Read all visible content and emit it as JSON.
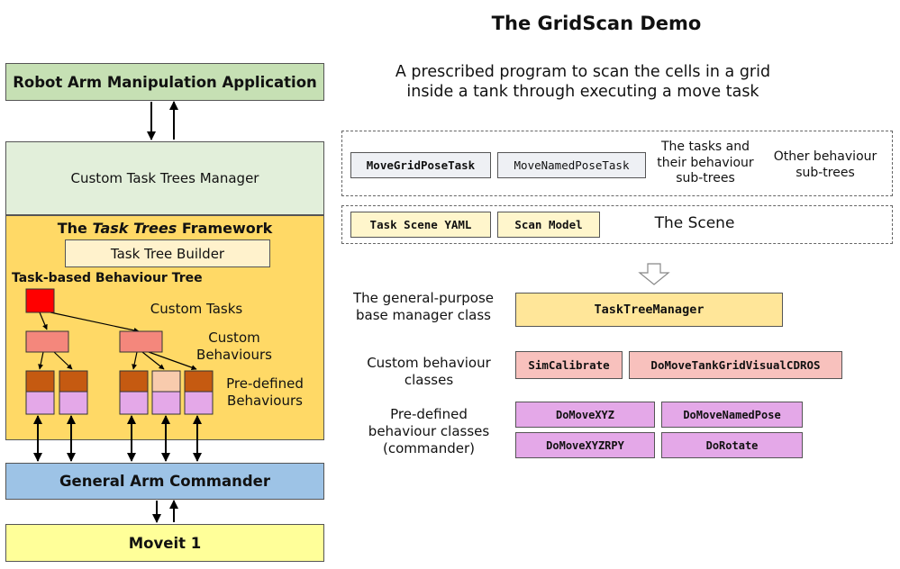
{
  "title": "The GridScan Demo",
  "description_lines": [
    "A prescribed program to scan the cells in a grid",
    "inside a tank through executing a move task"
  ],
  "left_stack": {
    "app_label": "Robot Arm Manipulation Application",
    "manager_label": "Custom Task Trees Manager",
    "framework": {
      "title_prefix": "The ",
      "title_em": "Task Trees",
      "title_suffix": " Framework",
      "builder_label": "Task Tree Builder",
      "bt_title": "Task-based Behaviour Tree",
      "custom_tasks_label": "Custom Tasks",
      "custom_behaviours_lines": [
        "Custom",
        "Behaviours"
      ],
      "predefined_lines": [
        "Pre-defined",
        "Behaviours"
      ]
    },
    "commander_label": "General Arm Commander",
    "moveit_label": "Moveit 1"
  },
  "right_panel": {
    "tasks_row": {
      "tasks": [
        "MoveGridPoseTask",
        "MoveNamedPoseTask"
      ],
      "tasks_note_lines": [
        "The tasks and",
        "their behaviour",
        "sub-trees"
      ],
      "other_note_lines": [
        "Other behaviour",
        "sub-trees"
      ]
    },
    "scene_row": {
      "items": [
        "Task Scene YAML",
        "Scan Model"
      ],
      "label": "The Scene"
    },
    "manager_row": {
      "label_lines": [
        "The general-purpose",
        "base manager class"
      ],
      "class": "TaskTreeManager"
    },
    "custom_row": {
      "label_lines": [
        "Custom behaviour",
        "classes"
      ],
      "classes": [
        "SimCalibrate",
        "DoMoveTankGridVisualCDROS"
      ]
    },
    "predefined_row": {
      "label_lines": [
        "Pre-defined",
        "behaviour classes",
        "(commander)"
      ],
      "classes": [
        "DoMoveXYZ",
        "DoMoveNamedPose",
        "DoMoveXYZRPY",
        "DoRotate"
      ]
    }
  },
  "colors": {
    "app_green": "#c6e0b4",
    "manager_green": "#e2efda",
    "framework_yellow": "#ffd966",
    "builder_yellow": "#fff2cc",
    "commander_blue": "#9dc3e6",
    "moveit_yellow": "#ffff99",
    "root_red": "#ff0000",
    "task_salmon": "#f4877c",
    "leaf_brown": "#c55a11",
    "leaf_pink": "#f8cbad",
    "leaf_purple": "#e4a8e8",
    "class_yellow": "#ffe699",
    "class_pink": "#f8c1bd",
    "class_purple": "#e4a8e8",
    "task_grey": "#eef0f4",
    "scene_yellow": "#fff6cc"
  }
}
